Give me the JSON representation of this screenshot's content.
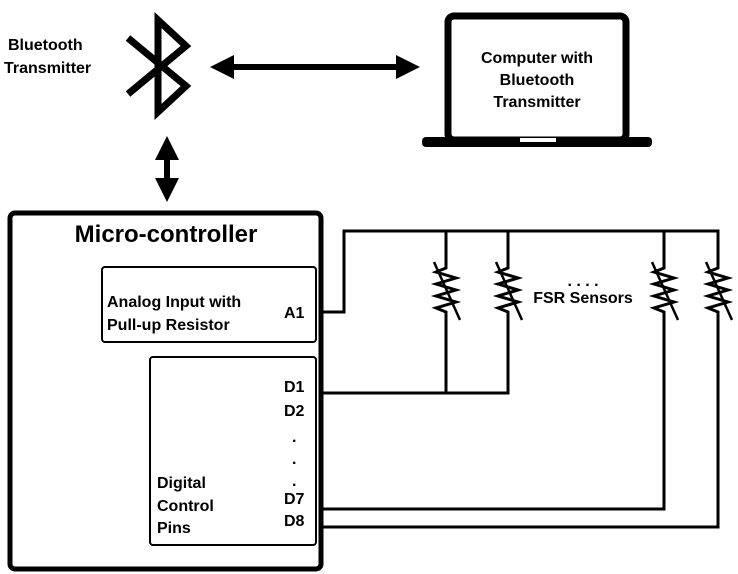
{
  "bluetooth": {
    "label_line1": "Bluetooth",
    "label_line2": "Transmitter",
    "icon": "bluetooth-icon"
  },
  "computer": {
    "label_line1": "Computer with",
    "label_line2": "Bluetooth",
    "label_line3": "Transmitter",
    "icon": "laptop-icon"
  },
  "microcontroller": {
    "title": "Micro-controller",
    "analog": {
      "label_line1": "Analog Input with",
      "label_line2": "Pull-up Resistor",
      "pin": "A1"
    },
    "digital": {
      "label_line1": "Digital",
      "label_line2": "Control",
      "label_line3": "Pins",
      "pins": [
        "D1",
        "D2",
        ".",
        ".",
        ".",
        "D7",
        "D8"
      ]
    }
  },
  "sensors": {
    "label": "FSR Sensors",
    "ellipsis": ". . . ."
  },
  "colors": {
    "stroke": "#000000",
    "background": "#ffffff"
  }
}
